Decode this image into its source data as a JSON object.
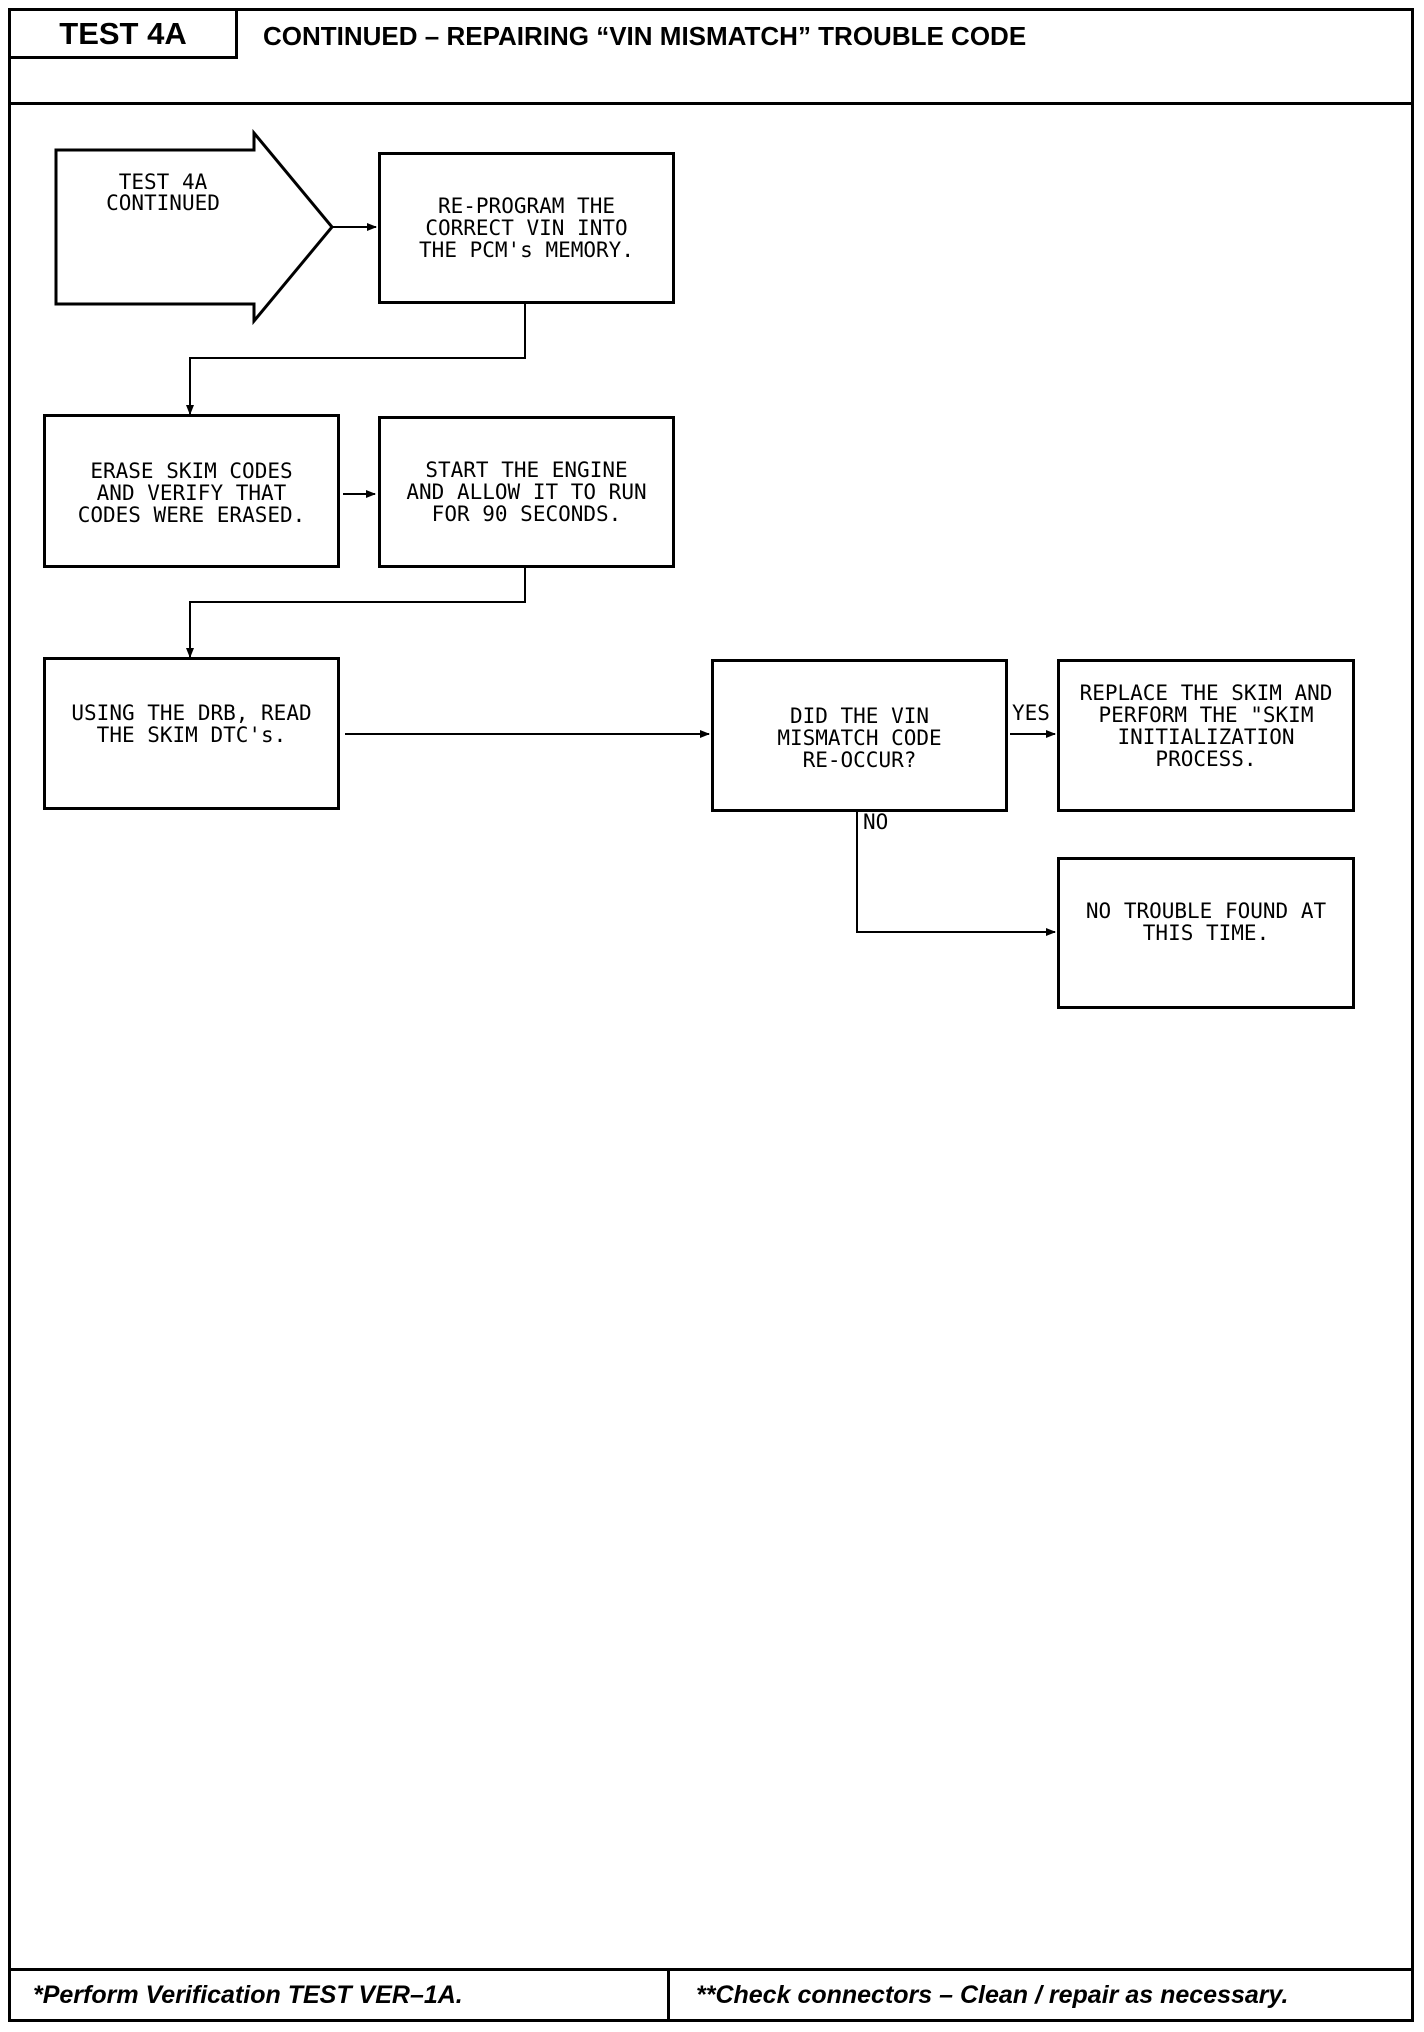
{
  "header": {
    "test_label": "TEST 4A",
    "title": "CONTINUED – REPAIRING “VIN MISMATCH” TROUBLE CODE"
  },
  "flow": {
    "start": "TEST 4A\nCONTINUED",
    "reprogram": "RE-PROGRAM THE\nCORRECT VIN INTO\nTHE PCM's MEMORY.",
    "erase": "ERASE SKIM CODES\nAND VERIFY THAT\nCODES WERE ERASED.",
    "start_engine": "START THE ENGINE\nAND ALLOW IT TO RUN\nFOR 90 SECONDS.",
    "read_dtc": "USING THE DRB, READ\nTHE SKIM DTC's.",
    "decision": "DID THE VIN\nMISMATCH CODE\nRE-OCCUR?",
    "yes_label": "YES",
    "no_label": "NO",
    "replace_skim": "REPLACE THE SKIM AND\nPERFORM THE \"SKIM\nINITIALIZATION\nPROCESS.",
    "no_trouble": "NO TROUBLE FOUND AT\nTHIS TIME."
  },
  "footer": {
    "left": "*Perform Verification TEST VER–1A.",
    "right": "**Check connectors – Clean / repair as necessary."
  }
}
